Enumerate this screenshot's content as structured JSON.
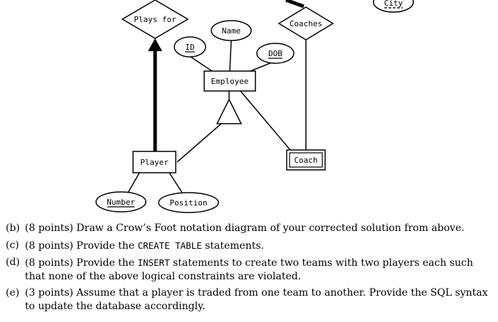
{
  "diagram": {
    "city": "City",
    "plays_for": "Plays for",
    "coaches": "Coaches",
    "name": "Name",
    "id": "ID",
    "dob": "DOB",
    "employee": "Employee",
    "player": "Player",
    "coach": "Coach",
    "number": "Number",
    "position": "Position"
  },
  "questions": [
    {
      "label": "(b)",
      "parts": [
        "(8 points)  Draw a Crow’s Foot notation diagram of your corrected solution from above."
      ]
    },
    {
      "label": "(c)",
      "parts": [
        "(8 points)  Provide the ",
        "CREATE TABLE",
        " statements."
      ]
    },
    {
      "label": "(d)",
      "parts": [
        "(8 points)  Provide the ",
        "INSERT",
        " statements to create two teams with two players each such that none of the above logical constraints are violated."
      ]
    },
    {
      "label": "(e)",
      "parts": [
        "(3 points)  Assume that a player is traded from one team to another.  Provide the SQL syntax to update the database accordingly."
      ]
    }
  ]
}
